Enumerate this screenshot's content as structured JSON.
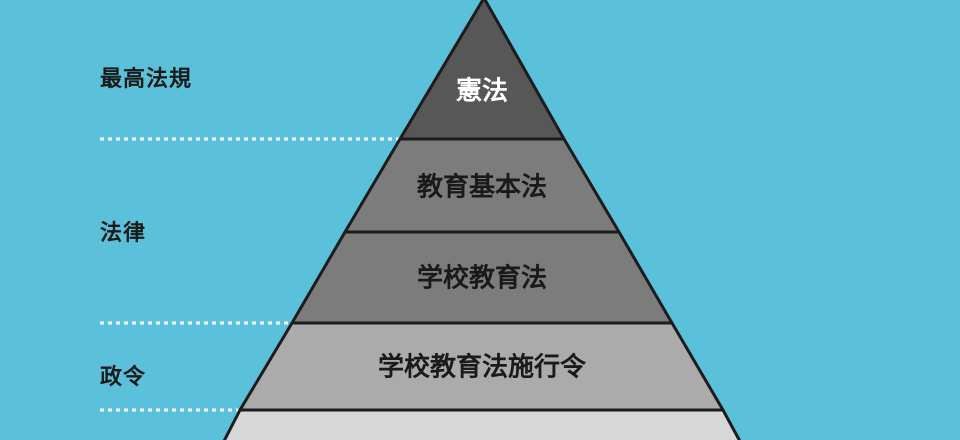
{
  "diagram": {
    "levels": [
      {
        "category": "最高法規",
        "tiers": [
          "憲法"
        ]
      },
      {
        "category": "法律",
        "tiers": [
          "教育基本法",
          "学校教育法"
        ]
      },
      {
        "category": "政令",
        "tiers": [
          "学校教育法施行令"
        ]
      }
    ],
    "colors": {
      "background": "#5bc1da",
      "tier_fills": [
        "#575757",
        "#7c7c7c",
        "#7c7c7c",
        "#ababab",
        "#d7d7d7"
      ],
      "tier_text": [
        "#ffffff",
        "#1a1a1a",
        "#1a1a1a",
        "#1a1a1a"
      ],
      "outline": "#1c1c1c",
      "divider": "#ffffff"
    }
  }
}
